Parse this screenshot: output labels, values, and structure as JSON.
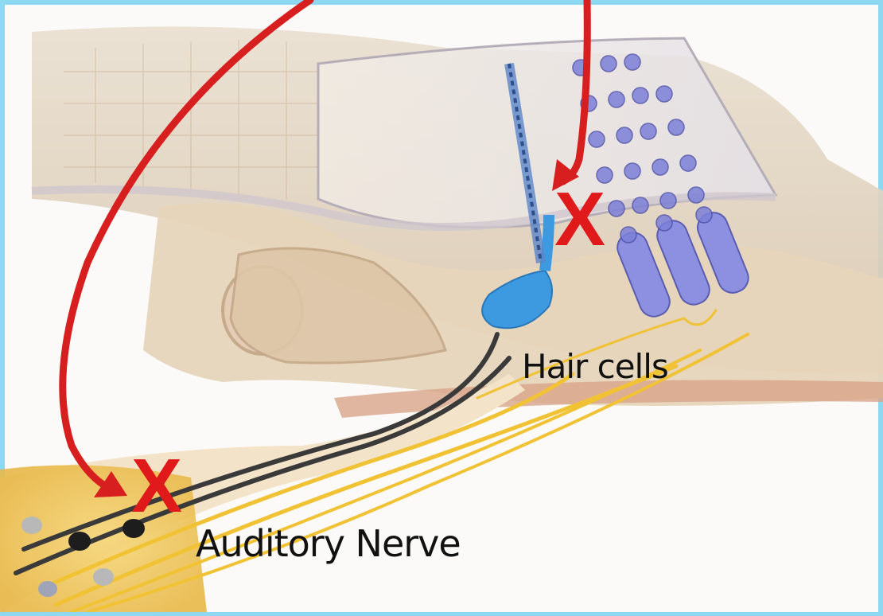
{
  "labels": {
    "hair_cells": "Hair cells",
    "auditory_nerve": "Auditory Nerve"
  },
  "marks": {
    "x_symbol": "X"
  },
  "colors": {
    "frame": "#8fd8f2",
    "arrow": "#d81f1f",
    "x_mark": "#e01a1a",
    "inner_hair_cell": "#3d9ae0",
    "outer_hair_cell": "#8d8fe0",
    "nerve_fiber": "#f0c234",
    "dark_fiber": "#3a3a3a",
    "tissue": "#e8dccb"
  },
  "icons": {
    "arrow_top": "curved-red-arrow",
    "arrow_left": "curved-red-arrow"
  }
}
